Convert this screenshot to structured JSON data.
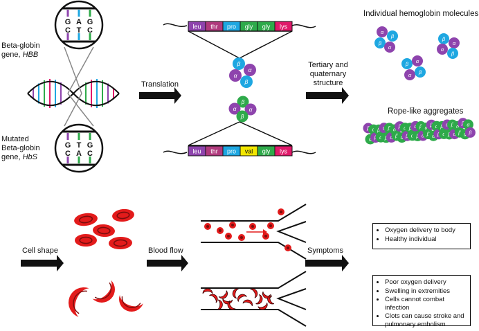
{
  "gene_labels": {
    "normal": [
      "Beta-globin",
      "gene, ",
      "HBB"
    ],
    "mutated": [
      "Mutated",
      "Beta-globin",
      "gene, ",
      "HbS"
    ]
  },
  "codons": {
    "normal": [
      {
        "top": "G",
        "bottom": "C",
        "color": "#8e44ad"
      },
      {
        "top": "A",
        "bottom": "T",
        "color": "#1ea7e1"
      },
      {
        "top": "G",
        "bottom": "C",
        "color": "#2eaa4a"
      }
    ],
    "mutated": [
      {
        "top": "G",
        "bottom": "C",
        "color": "#8e44ad"
      },
      {
        "top": "T",
        "bottom": "A",
        "color": "#2eaa4a"
      },
      {
        "top": "G",
        "bottom": "C",
        "color": "#2eaa4a"
      }
    ]
  },
  "arrow_labels": {
    "translation": "Translation",
    "structure": [
      "Tertiary and",
      "quaternary",
      "structure"
    ],
    "cell_shape": "Cell shape",
    "blood_flow": "Blood flow",
    "symptoms": "Symptoms"
  },
  "peptides": {
    "normal": [
      {
        "label": "leu",
        "color": "#8e44ad"
      },
      {
        "label": "thr",
        "color": "#b03a7d"
      },
      {
        "label": "pro",
        "color": "#1ea7e1"
      },
      {
        "label": "gly",
        "color": "#2eaa4a"
      },
      {
        "label": "gly",
        "color": "#2eaa4a"
      },
      {
        "label": "lys",
        "color": "#e0196a"
      }
    ],
    "mutated": [
      {
        "label": "leu",
        "color": "#8e44ad"
      },
      {
        "label": "thr",
        "color": "#b03a7d"
      },
      {
        "label": "pro",
        "color": "#1ea7e1"
      },
      {
        "label": "val",
        "color": "#f2e600"
      },
      {
        "label": "gly",
        "color": "#2eaa4a"
      },
      {
        "label": "lys",
        "color": "#e0196a"
      }
    ]
  },
  "subunit_symbols": {
    "alpha": "α",
    "beta": "β"
  },
  "headings": {
    "molecules": "Individual hemoglobin molecules",
    "aggregates": "Rope-like aggregates"
  },
  "symptom_boxes": {
    "healthy": [
      "Oxygen delivery to body",
      "Healthy individual"
    ],
    "sickle": [
      "Poor oxygen delivery",
      "Swelling in extremities",
      "Cells cannot combat infection",
      "Clots can cause stroke and pulmonary embolism"
    ]
  },
  "colors": {
    "purple": "#8e44ad",
    "blue": "#1ea7e1",
    "green": "#2eaa4a",
    "cell_red": "#e31b1b",
    "cell_dark": "#7a0d0d"
  }
}
